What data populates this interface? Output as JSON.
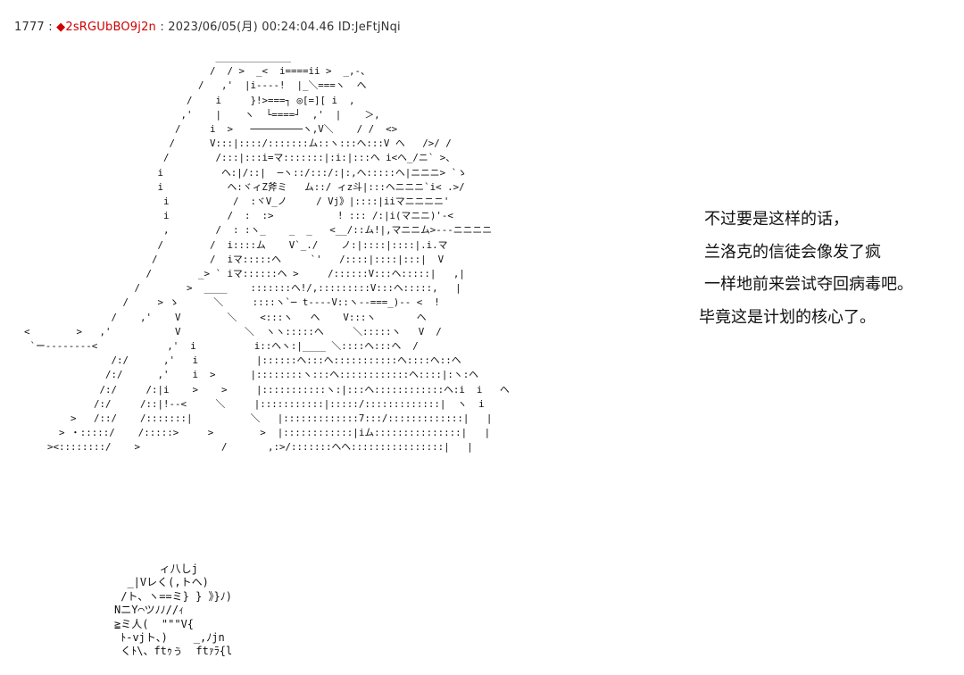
{
  "post": {
    "number": "1777",
    "separator": " : ",
    "trip_mark": "◆",
    "trip": "2sRGUbBO9j2n",
    "datetime": " : 2023/06/05(月) 00:24:04.46",
    "id": " ID:JeFtjNqi"
  },
  "speech": {
    "lines": [
      "不过要是这样的话，",
      "兰洛克的信徒会像发了疯",
      "一样地前来尝试夺回病毒吧。",
      "毕竟这是计划的核心了。"
    ]
  },
  "ascii_art": {
    "main": "                                   _____________\n                                  /  / >  _<  i====ii >  _,-、\n                                /   ,'  |i----!  |_＼===ヽ  ヘ\n                              /    i     }!>===┐ ◎[=][ i  ,\n                             ,'    |    ヽ  └====┘  ,'  |    ＞,\n                            /     i  >   ─────────ヽ,V＼    / /  <>\n                           /      V:::|::::/:::::::ム::ヽ:::ヘ:::V ヘ   />/ /\n                          /        /:::|:::i=マ:::::::|:i:|:::ヘ i<ヘ_/ニ` >、\n                         i          ヘ:|/::|  ─ヽ::/:::/:|:,ヘ:::::ヘ|ニニニ> `ゝ\n                         i           ヘ:ヾィZ斧ミ   ム::/ ィz斗|:::ヘニニニ`i< .>/\n                          i           /  :ヾV_ノ     / Vj》|::::|iiマニニニニ'\n                          i          /  :  :>           ! ::: /:|i(マニニ)'-<\n                          ,        /  : :ヽ_    _  _   <__/::ム!|,マニニム>---ニニニニ\n                         /        /  i::::ム    V`_./    ノ:|::::|::::|.i.マ\n                        /         /  iマ:::::ヘ     `'   /::::|::::|:::|  V\n                       /        _> ` iマ::::::ヘ >     /::::::V:::ヘ:::::|   ,|\n                     /        >  ____    :::::::ヘ!/,:::::::::V:::ヘ:::::,   |\n                   /     > ゝ      ＼     ::::ヽ`─ t----V::ヽ--===_)-- <  !\n                 /    ,'    V        ＼    <:::ヽ   ヘ    V:::ヽ       ヘ\n  <        >   ,'           V           ＼  ヽヽ:::::ヘ     ＼:::::ヽ   V  /\n   `ー--------<            ,'  i          i::ヘヽ:|____ ＼::::ヘ:::ヘ  /\n                 /:/      ,'   i          |::::::ヘ:::ヘ:::::::::::ヘ::::ヘ::ヘ\n                /:/      ,'    i  >      |::::::::ヽ:::ヘ::::::::::::ヘ::::|:ヽ:ヘ\n               /:/     /:|i    >    >     |:::::::::::ヽ:|:::ヘ::::::::::::ヘ:i  i   ヘ\n              /:/     /::|!--<     ＼     |:::::::::::|:::::/:::::::::::::|  ヽ  i\n          >   /::/    /:::::::|          ＼   |:::::::::::::7:::/:::::::::::::|   |\n        > ・:::::/    /:::::>     >        >  |::::::::::::|iム:::::::::::::::|   |\n      ><::::::::/    >              /       ,:>/:::::::ヘヘ::::::::::::::::|   |",
    "small": "       ィ八しj\n  _|Vレく(,トヘ)\n /ト、ヽ==ミ} } 》}ﾉ)\nNニY⌒ツﾉﾉ//ｨ\n≧ミ人(  \"\"\"V{\n ﾄ-vjト、)    _,ﾉjn\n くﾄ\\、ftｩぅ  ftｧﾗ{l"
  }
}
